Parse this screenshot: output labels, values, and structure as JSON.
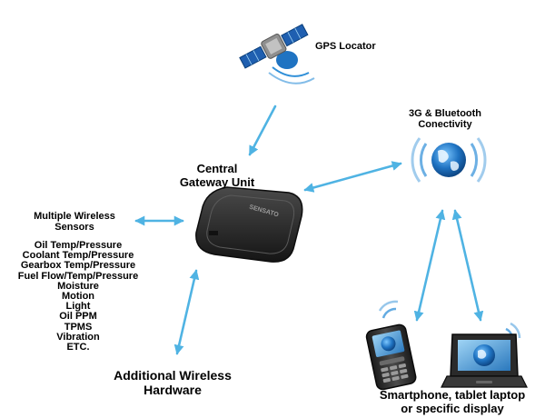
{
  "labels": {
    "gps": "GPS Locator",
    "connectivity": [
      "3G & Bluetooth",
      "Conectivity"
    ],
    "gateway": [
      "Central",
      "Gateway Unit"
    ],
    "gateway_device": "SENSATO",
    "wireless_sensors": [
      "Multiple Wireless",
      "Sensors"
    ],
    "additional_hardware": [
      "Additional Wireless",
      "Hardware"
    ],
    "devices": [
      "Smartphone, tablet laptop",
      "or specific display"
    ]
  },
  "sensors": [
    "Oil Temp/Pressure",
    "Coolant Temp/Pressure",
    "Gearbox Temp/Pressure",
    "Fuel Flow/Temp/Pressure",
    "Moisture",
    "Motion",
    "Light",
    "Oil PPM",
    "TPMS",
    "Vibration",
    "ETC."
  ],
  "colors": {
    "arrow": "#4fb3e3",
    "wave": "#2f8fd8",
    "globe": "#1f73c2",
    "device_body": "#2a2a2a",
    "screen": "#3a8fd0"
  },
  "icons": [
    "satellite-icon",
    "globe-icon",
    "gateway-device-icon",
    "smartphone-icon",
    "laptop-icon"
  ]
}
